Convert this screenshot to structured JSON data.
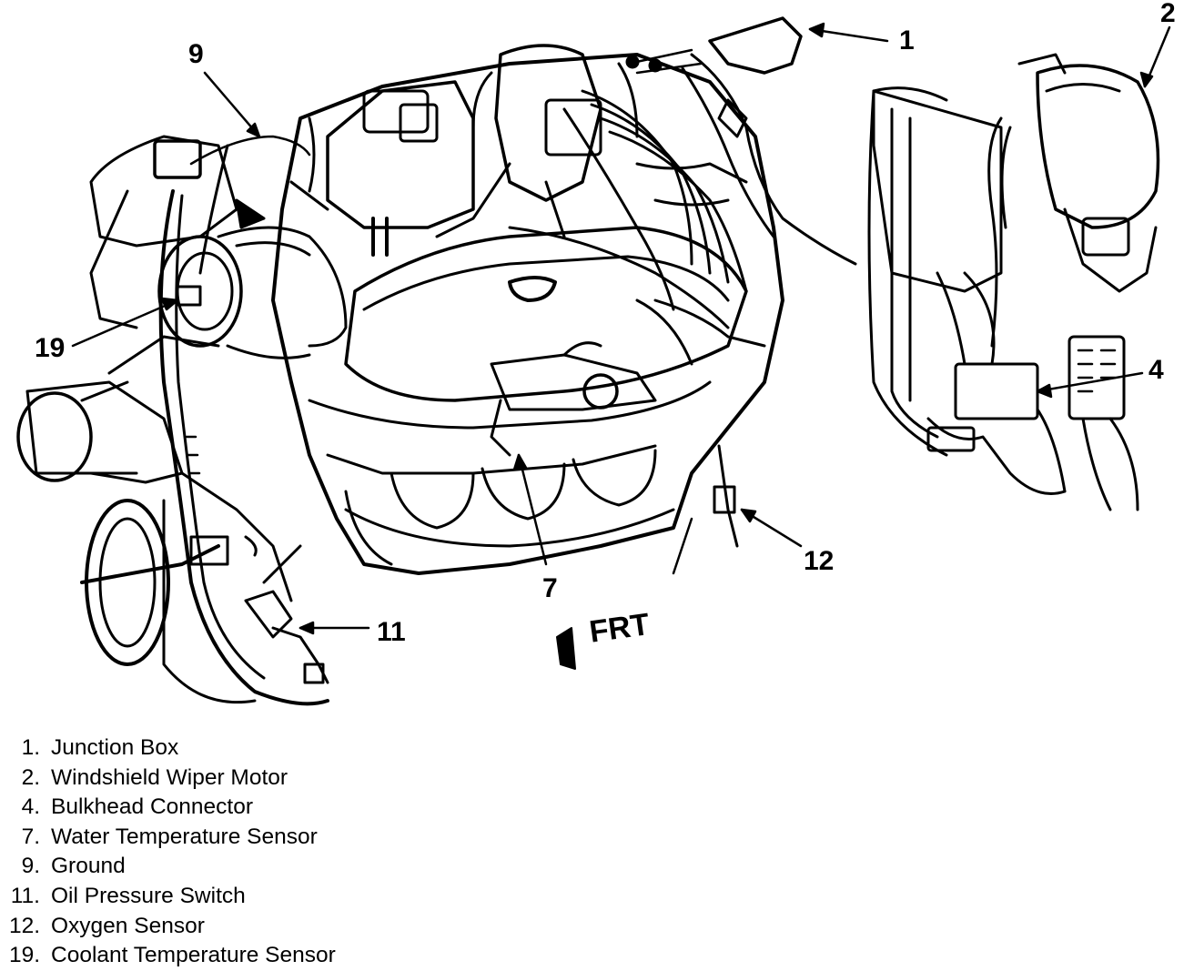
{
  "callouts": {
    "c1": "1",
    "c2": "2",
    "c4": "4",
    "c7": "7",
    "c9": "9",
    "c11": "11",
    "c12": "12",
    "c19": "19"
  },
  "front_indicator": "FRT",
  "legend": [
    {
      "num": "1.",
      "text": "Junction Box"
    },
    {
      "num": "2.",
      "text": "Windshield Wiper Motor"
    },
    {
      "num": "4.",
      "text": "Bulkhead Connector"
    },
    {
      "num": "7.",
      "text": "Water Temperature Sensor"
    },
    {
      "num": "9.",
      "text": "Ground"
    },
    {
      "num": "11.",
      "text": "Oil Pressure Switch"
    },
    {
      "num": "12.",
      "text": "Oxygen Sensor"
    },
    {
      "num": "19.",
      "text": "Coolant Temperature Sensor"
    }
  ]
}
